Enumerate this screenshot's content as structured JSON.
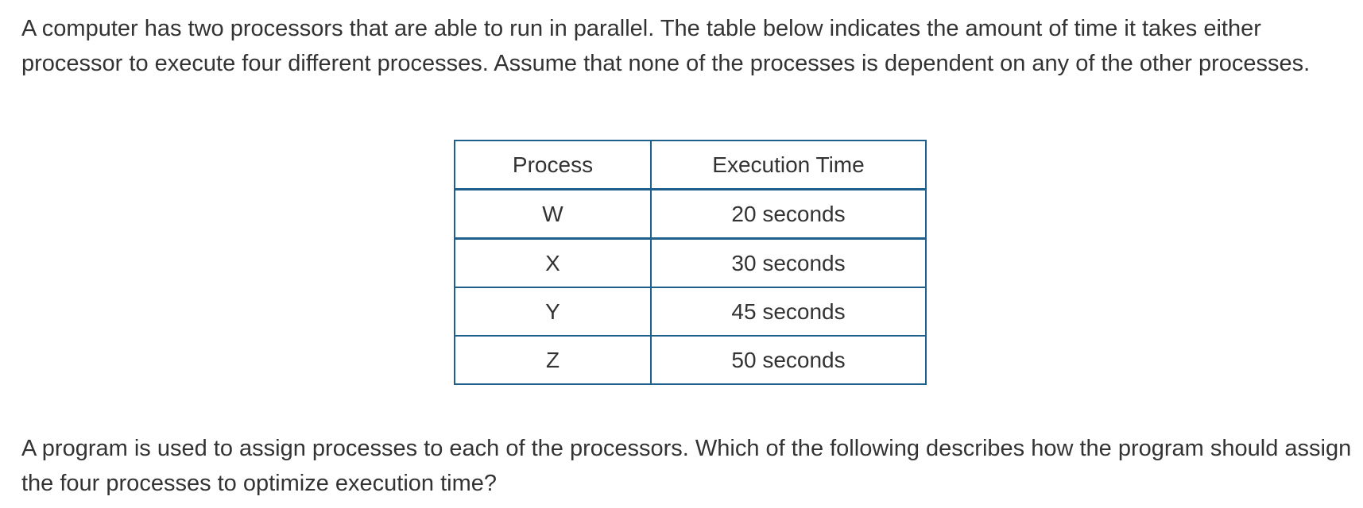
{
  "intro_text": "A computer has two processors that are able to run in parallel. The table below indicates the amount of time it takes either processor to execute four different processes. Assume that none of the processes is dependent on any of the other processes.",
  "table": {
    "headers": [
      "Process",
      "Execution Time"
    ],
    "rows": [
      [
        "W",
        "20 seconds"
      ],
      [
        "X",
        "30 seconds"
      ],
      [
        "Y",
        "45 seconds"
      ],
      [
        "Z",
        "50 seconds"
      ]
    ]
  },
  "question_text": "A program is used to assign processes to each of the processors. Which of the following describes how the program should assign the four processes to optimize execution time?",
  "colors": {
    "table_border": "#1f5f8b",
    "text": "#333333"
  }
}
